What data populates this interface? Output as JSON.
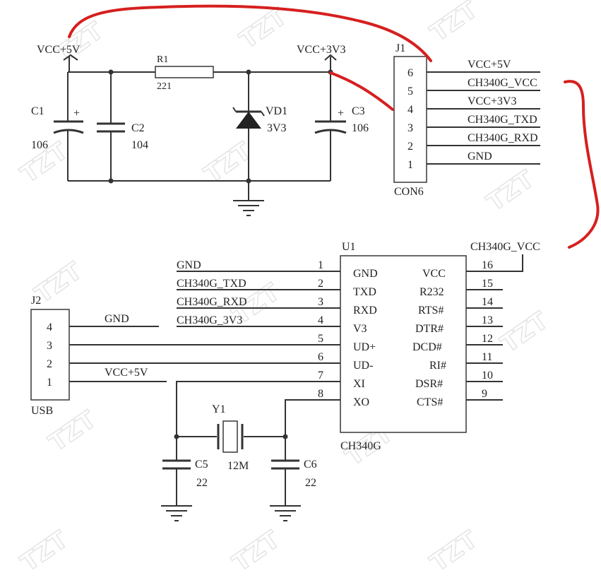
{
  "watermark": "TZT",
  "colors": {
    "annotation": "#d61f1f",
    "wire": "#333333"
  },
  "power": {
    "vcc5": "VCC+5V",
    "vcc3": "VCC+3V3",
    "r1_ref": "R1",
    "r1_val": "221",
    "c1_ref": "C1",
    "c1_val": "106",
    "c2_ref": "C2",
    "c2_val": "104",
    "c3_ref": "C3",
    "c3_val": "106",
    "vd1_ref": "VD1",
    "vd1_val": "3V3"
  },
  "j1": {
    "ref": "J1",
    "name": "CON6",
    "pins": [
      {
        "num": "6",
        "net": "VCC+5V"
      },
      {
        "num": "5",
        "net": "CH340G_VCC"
      },
      {
        "num": "4",
        "net": "VCC+3V3"
      },
      {
        "num": "3",
        "net": "CH340G_TXD"
      },
      {
        "num": "2",
        "net": "CH340G_RXD"
      },
      {
        "num": "1",
        "net": "GND"
      }
    ]
  },
  "u1": {
    "ref": "U1",
    "name": "CH340G",
    "vcc_net": "CH340G_VCC",
    "left_pins": [
      {
        "num": "1",
        "name": "GND",
        "net": "GND"
      },
      {
        "num": "2",
        "name": "TXD",
        "net": "CH340G_TXD"
      },
      {
        "num": "3",
        "name": "RXD",
        "net": "CH340G_RXD"
      },
      {
        "num": "4",
        "name": "V3",
        "net": "CH340G_3V3"
      },
      {
        "num": "5",
        "name": "UD+",
        "net": ""
      },
      {
        "num": "6",
        "name": "UD-",
        "net": ""
      },
      {
        "num": "7",
        "name": "XI",
        "net": ""
      },
      {
        "num": "8",
        "name": "XO",
        "net": ""
      }
    ],
    "right_pins": [
      {
        "num": "16",
        "name": "VCC"
      },
      {
        "num": "15",
        "name": "R232"
      },
      {
        "num": "14",
        "name": "RTS#"
      },
      {
        "num": "13",
        "name": "DTR#"
      },
      {
        "num": "12",
        "name": "DCD#"
      },
      {
        "num": "11",
        "name": "RI#"
      },
      {
        "num": "10",
        "name": "DSR#"
      },
      {
        "num": "9",
        "name": "CTS#"
      }
    ]
  },
  "j2": {
    "ref": "J2",
    "name": "USB",
    "pins": [
      "4",
      "3",
      "2",
      "1"
    ],
    "gnd_net": "GND",
    "vcc_net": "VCC+5V"
  },
  "crystal": {
    "y1_ref": "Y1",
    "y1_val": "12M",
    "c5_ref": "C5",
    "c5_val": "22",
    "c6_ref": "C6",
    "c6_val": "22"
  }
}
